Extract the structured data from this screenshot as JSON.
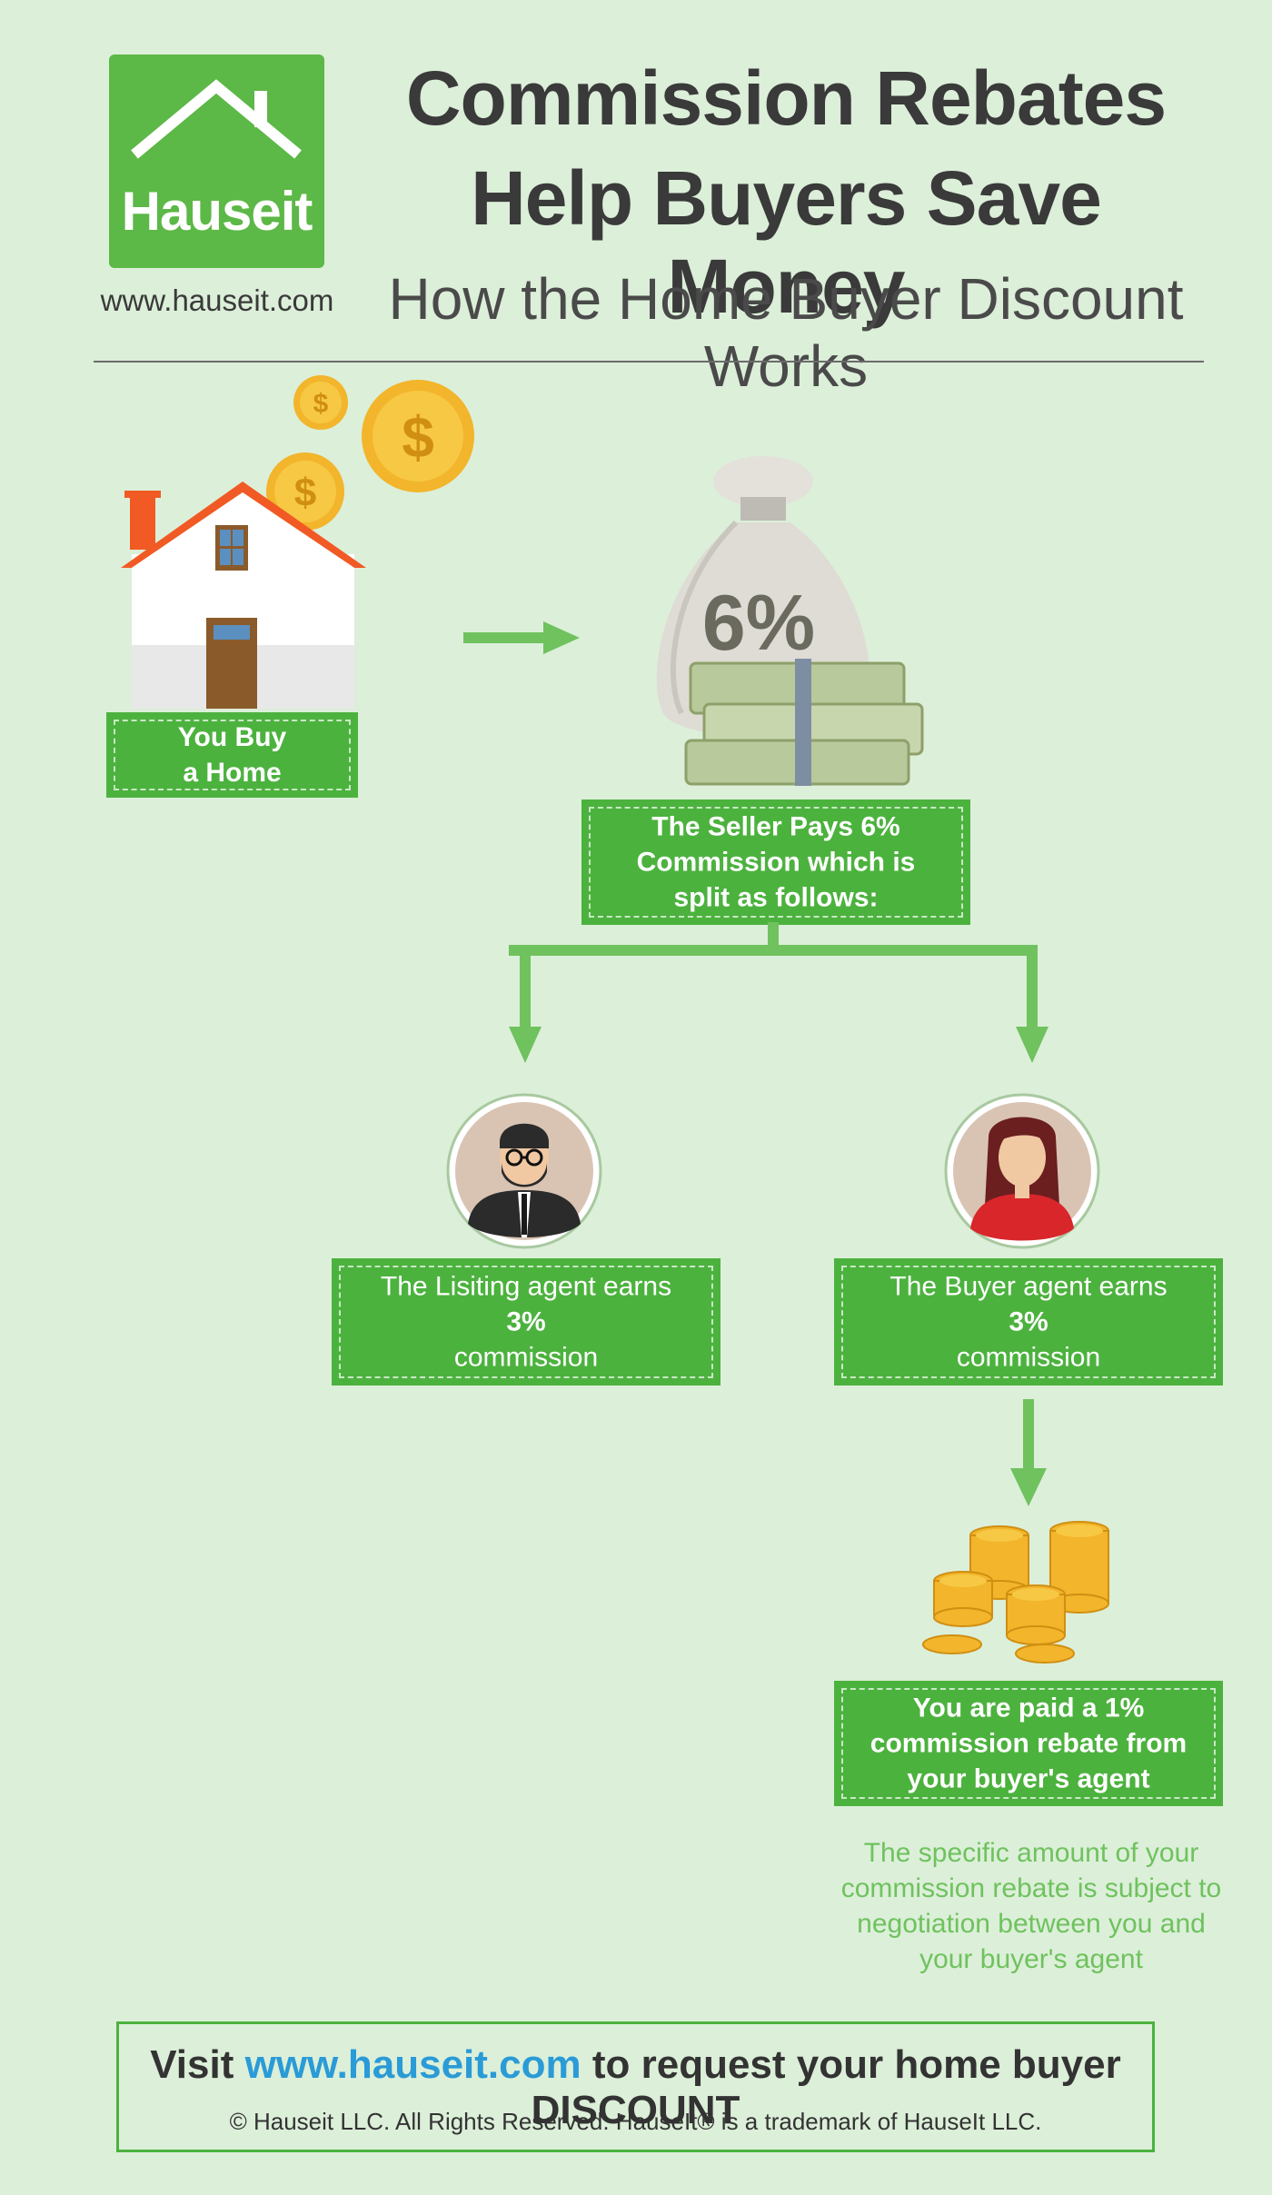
{
  "logo": {
    "brand": "Hauseit",
    "url": "www.hauseit.com"
  },
  "header": {
    "title_line1": "Commission Rebates",
    "title_line2": "Help Buyers Save Money",
    "subtitle": "How the Home Buyer Discount Works"
  },
  "steps": {
    "buy_line1": "You Buy",
    "buy_line2": "a Home",
    "bag_label": "6%",
    "seller_line1": "The Seller Pays 6%",
    "seller_line2": "Commission which is",
    "seller_line3": "split as follows:",
    "listing_line1": "The Lisiting agent earns",
    "listing_pct": "3%",
    "listing_line3": "commission",
    "buyer_line1": "The Buyer agent earns",
    "buyer_pct": "3%",
    "buyer_line3": "commission",
    "rebate_line1": "You are paid a 1%",
    "rebate_line2": "commission rebate from",
    "rebate_line3": "your buyer's agent",
    "note_line1": "The specific amount of your",
    "note_line2": "commission rebate is subject to",
    "note_line3": "negotiation between you and",
    "note_line4": "your buyer's agent"
  },
  "footer": {
    "visit": "Visit",
    "link": "www.hauseit.com",
    "rest": "to request your home buyer DISCOUNT",
    "copyright": "© Hauseit LLC. All Rights Reserved. HauseIt® is a trademark of HauseIt LLC."
  },
  "colors": {
    "green": "#4cb23e",
    "background": "#dcefd9",
    "note_green": "#6fc25e",
    "link_blue": "#2a9bd6"
  }
}
